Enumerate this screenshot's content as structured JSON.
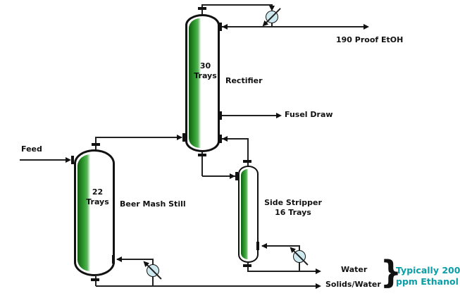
{
  "diagram": {
    "vessels": {
      "rectifier": {
        "trays_value": "30",
        "trays_unit": "Trays",
        "name": "Rectifier"
      },
      "beer_mash_still": {
        "trays_value": "22",
        "trays_unit": "Trays",
        "name": "Beer Mash Still"
      },
      "side_stripper": {
        "name": "Side Stripper",
        "trays": "16 Trays"
      }
    },
    "streams": {
      "feed": {
        "label": "Feed"
      },
      "ethanol_product": {
        "label": "190 Proof EtOH"
      },
      "fusel_draw": {
        "label": "Fusel Draw"
      },
      "water": {
        "label": "Water"
      },
      "solids_water": {
        "label": "Solids/Water"
      }
    },
    "annotation": {
      "brace": "}",
      "line1": "Typically 200",
      "line2": "ppm Ethanol",
      "color": "#0a9ea8"
    },
    "icons": {
      "condenser": "heat-exchanger",
      "beer_still_reboiler": "heat-exchanger",
      "side_stripper_reboiler": "heat-exchanger"
    },
    "colors": {
      "line": "#222222",
      "tray_green": "#2e9b2e",
      "exchanger_fill": "#cfe9f0",
      "annotation_teal": "#0a9ea8"
    }
  }
}
